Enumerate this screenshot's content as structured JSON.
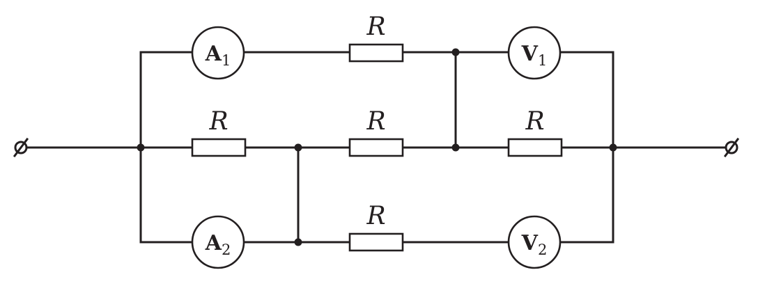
{
  "diagram": {
    "resistors": [
      {
        "id": "r-top",
        "label": "R"
      },
      {
        "id": "r-mid-1",
        "label": "R"
      },
      {
        "id": "r-mid-2",
        "label": "R"
      },
      {
        "id": "r-mid-3",
        "label": "R"
      },
      {
        "id": "r-bottom",
        "label": "R"
      }
    ],
    "meters": [
      {
        "id": "ammeter-1",
        "letter": "A",
        "sub": "1"
      },
      {
        "id": "voltmeter-1",
        "letter": "V",
        "sub": "1"
      },
      {
        "id": "ammeter-2",
        "letter": "A",
        "sub": "2"
      },
      {
        "id": "voltmeter-2",
        "letter": "V",
        "sub": "2"
      }
    ]
  }
}
